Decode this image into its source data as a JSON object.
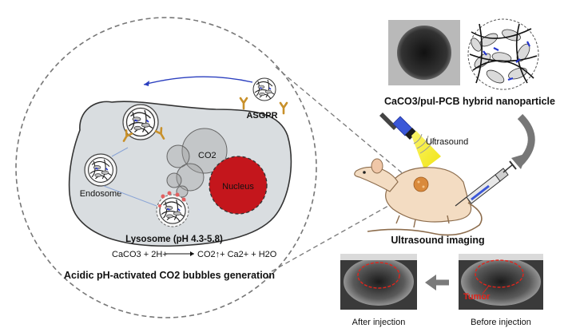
{
  "labels": {
    "nanoparticle": "CaCO3/pul-PCB hybrid nanoparticle",
    "ultrasound": "Ultrasound",
    "ultrasound_imaging": "Ultrasound imaging",
    "before_injection": "Before injection",
    "after_injection": "After injection",
    "tumor": "Tumor",
    "asgpr": "ASGPR",
    "co2": "CO2",
    "nucleus": "Nucleus",
    "endosome": "Endosome",
    "lysosome": "Lysosome (pH 4.3-5.8)",
    "reaction_left": "CaCO3 + 2H+",
    "reaction_right": "CO2↑+ Ca2+ + H2O",
    "bottom_caption": "Acidic pH-activated CO2 bubbles generation"
  },
  "colors": {
    "nucleus_red": "#c4161c",
    "cell_fill": "#d9dde0",
    "bubble_gray": "#8a8a8a",
    "mouse_fill": "#f3dcc2",
    "tumor_orange": "#d98a3c",
    "ultrasound_yellow": "#f4ef2a",
    "tumor_label_red": "#e0241b",
    "arrow_blue": "#2b3fbf",
    "receptor_gold": "#c8902a"
  },
  "icons": [
    "nanoparticle-icon",
    "ultrasound-probe-icon",
    "syringe-icon",
    "mouse-icon",
    "receptor-icon"
  ]
}
